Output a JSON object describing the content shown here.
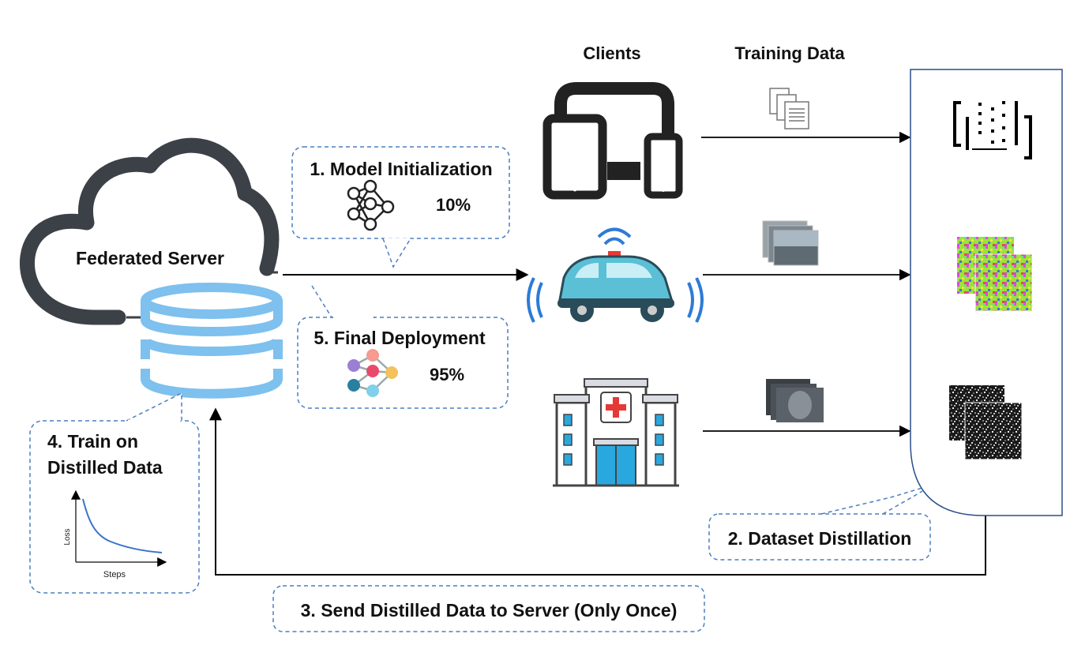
{
  "server": {
    "title": "Federated Server"
  },
  "headers": {
    "clients": "Clients",
    "training_data": "Training Data"
  },
  "steps": {
    "model_init": {
      "label": "1. Model Initialization",
      "accuracy": "10%"
    },
    "final_deploy": {
      "label": "5. Final Deployment",
      "accuracy": "95%"
    },
    "dataset_distillation": {
      "label": "2. Dataset Distillation"
    },
    "send_distilled": {
      "label": "3. Send Distilled Data to Server (Only Once)"
    },
    "train_distilled": {
      "line1": "4. Train on",
      "line2": "Distilled Data"
    }
  },
  "loss_plot": {
    "ylabel": "Loss",
    "xlabel": "Steps"
  },
  "clients": [
    {
      "name": "devices-icon"
    },
    {
      "name": "autonomous-car-icon"
    },
    {
      "name": "hospital-icon"
    }
  ],
  "colors": {
    "cloud": "#3c4148",
    "database": "#7ec0ee",
    "dashed_box": "#4a7fc1",
    "car_body": "#5bbfd6",
    "wave": "#2d7bd6",
    "hospital_cross": "#e53935"
  }
}
